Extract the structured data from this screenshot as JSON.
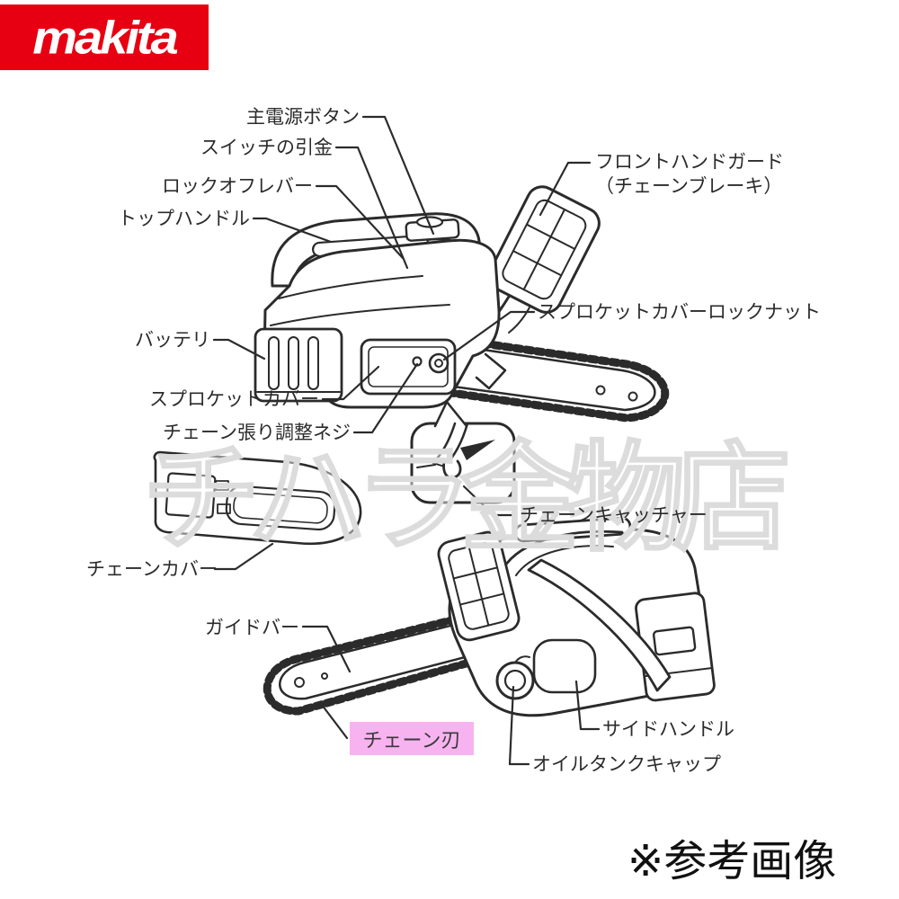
{
  "colors": {
    "brand_red": "#e60012",
    "highlight_pink": "#f7b3ef",
    "line_ink": "#2b2b2b"
  },
  "logo": {
    "text": "makita"
  },
  "watermark": {
    "text": "チハラ金物店"
  },
  "footnote": {
    "text": "※参考画像"
  },
  "labels": {
    "main_power_button": "主電源ボタン",
    "switch_trigger": "スイッチの引金",
    "lock_off_lever": "ロックオフレバー",
    "top_handle": "トップハンドル",
    "front_hand_guard": [
      "フロントハンドガード",
      "（チェーンブレーキ）"
    ],
    "battery": "バッテリ",
    "sprocket_cover_lock_nut": "スプロケットカバーロックナット",
    "sprocket_cover": "スプロケットカバー",
    "chain_tension_screw": "チェーン張り調整ネジ",
    "chain_catcher": "チェーンキャッチャー",
    "chain_cover": "チェーンカバー",
    "guide_bar": "ガイドバー",
    "chain_blade": "チェーン刃",
    "side_handle": "サイドハンドル",
    "oil_tank_cap": "オイルタンクキャップ"
  }
}
